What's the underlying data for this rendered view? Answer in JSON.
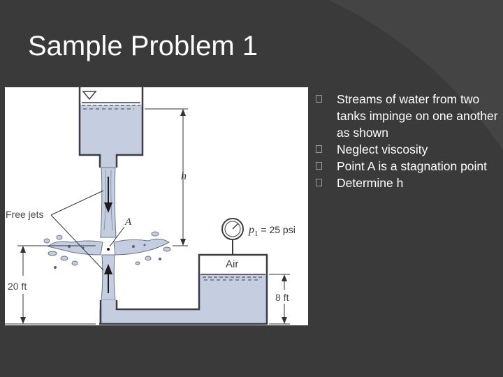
{
  "slide": {
    "title": "Sample Problem 1",
    "bullets": [
      "Streams of water from two tanks impinge on one another as shown",
      "Neglect viscosity",
      "Point A is a stagnation point",
      "Determine h"
    ]
  },
  "figure": {
    "label_h": "h",
    "label_free_jets": "Free jets",
    "label_a": "A",
    "label_p1": "p",
    "label_p1_sub": "1",
    "label_p1_value": " = 25 psi",
    "label_air": "Air",
    "label_20ft": "20 ft",
    "label_8ft": "8 ft"
  },
  "colors": {
    "background": "#3a3a3a",
    "water": "#c5cee0",
    "tank_stroke": "#3c3c46",
    "dim_line": "#333333"
  }
}
